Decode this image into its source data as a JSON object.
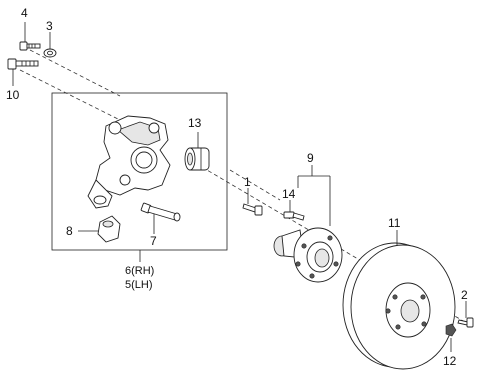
{
  "callouts": {
    "c1": "1",
    "c2": "2",
    "c3": "3",
    "c4": "4",
    "c7": "7",
    "c8": "8",
    "c9": "9",
    "c10": "10",
    "c11": "11",
    "c12": "12",
    "c13": "13",
    "c14": "14",
    "knuckle_rh": "6(RH)",
    "knuckle_lh": "5(LH)"
  }
}
